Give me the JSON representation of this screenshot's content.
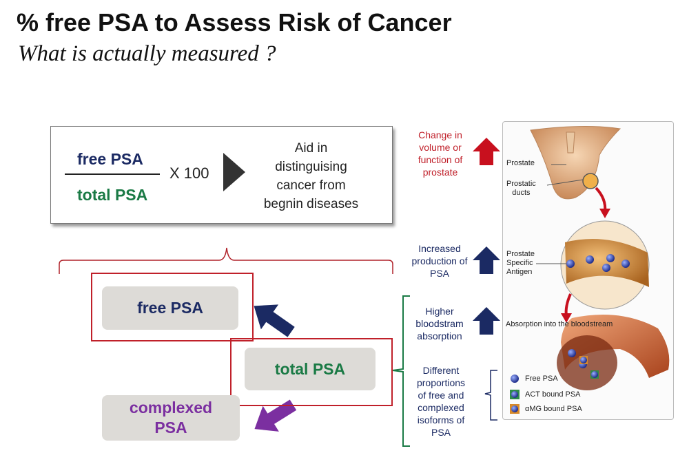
{
  "header": {
    "title": "% free PSA to Assess Risk of Cancer",
    "subtitle": "What is actually measured ?"
  },
  "formula": {
    "numerator": "free PSA",
    "denominator": "total PSA",
    "multiplier": "X 100",
    "result_lines": [
      "Aid in",
      "distinguising",
      "cancer from",
      "begnin diseases"
    ]
  },
  "measures": {
    "free": "free PSA",
    "total": "total PSA",
    "complexed_lines": [
      "complexed",
      "PSA"
    ]
  },
  "side_labels": {
    "change": [
      "Change in",
      "volume or",
      "function of",
      "prostate"
    ],
    "production": [
      "Increased",
      "production of",
      "PSA"
    ],
    "absorption": [
      "Higher",
      "bloodstram",
      "absorption"
    ],
    "proportions": [
      "Different",
      "proportions",
      "of free and",
      "complexed",
      "isoforms of",
      "PSA"
    ]
  },
  "illustration": {
    "prostate": "Prostate",
    "ducts": [
      "Prostatic",
      "ducts"
    ],
    "antigen": [
      "Prostate",
      "Specific",
      "Antigen"
    ],
    "absorption": "Absorption into the bloodstream",
    "legend": [
      "Free PSA",
      "ACT bound PSA",
      "αMG bound PSA"
    ]
  },
  "colors": {
    "navy": "#1b2a63",
    "green": "#1a7a45",
    "purple": "#7b2fa0",
    "red": "#c0202a",
    "arrow_red": "#c8101e",
    "gray_pill": "#dddbd7"
  },
  "icons": {
    "play": "play-triangle-icon",
    "up_arrow": "up-arrow-icon",
    "diagonal_arrow": "diagonal-arrow-icon"
  }
}
